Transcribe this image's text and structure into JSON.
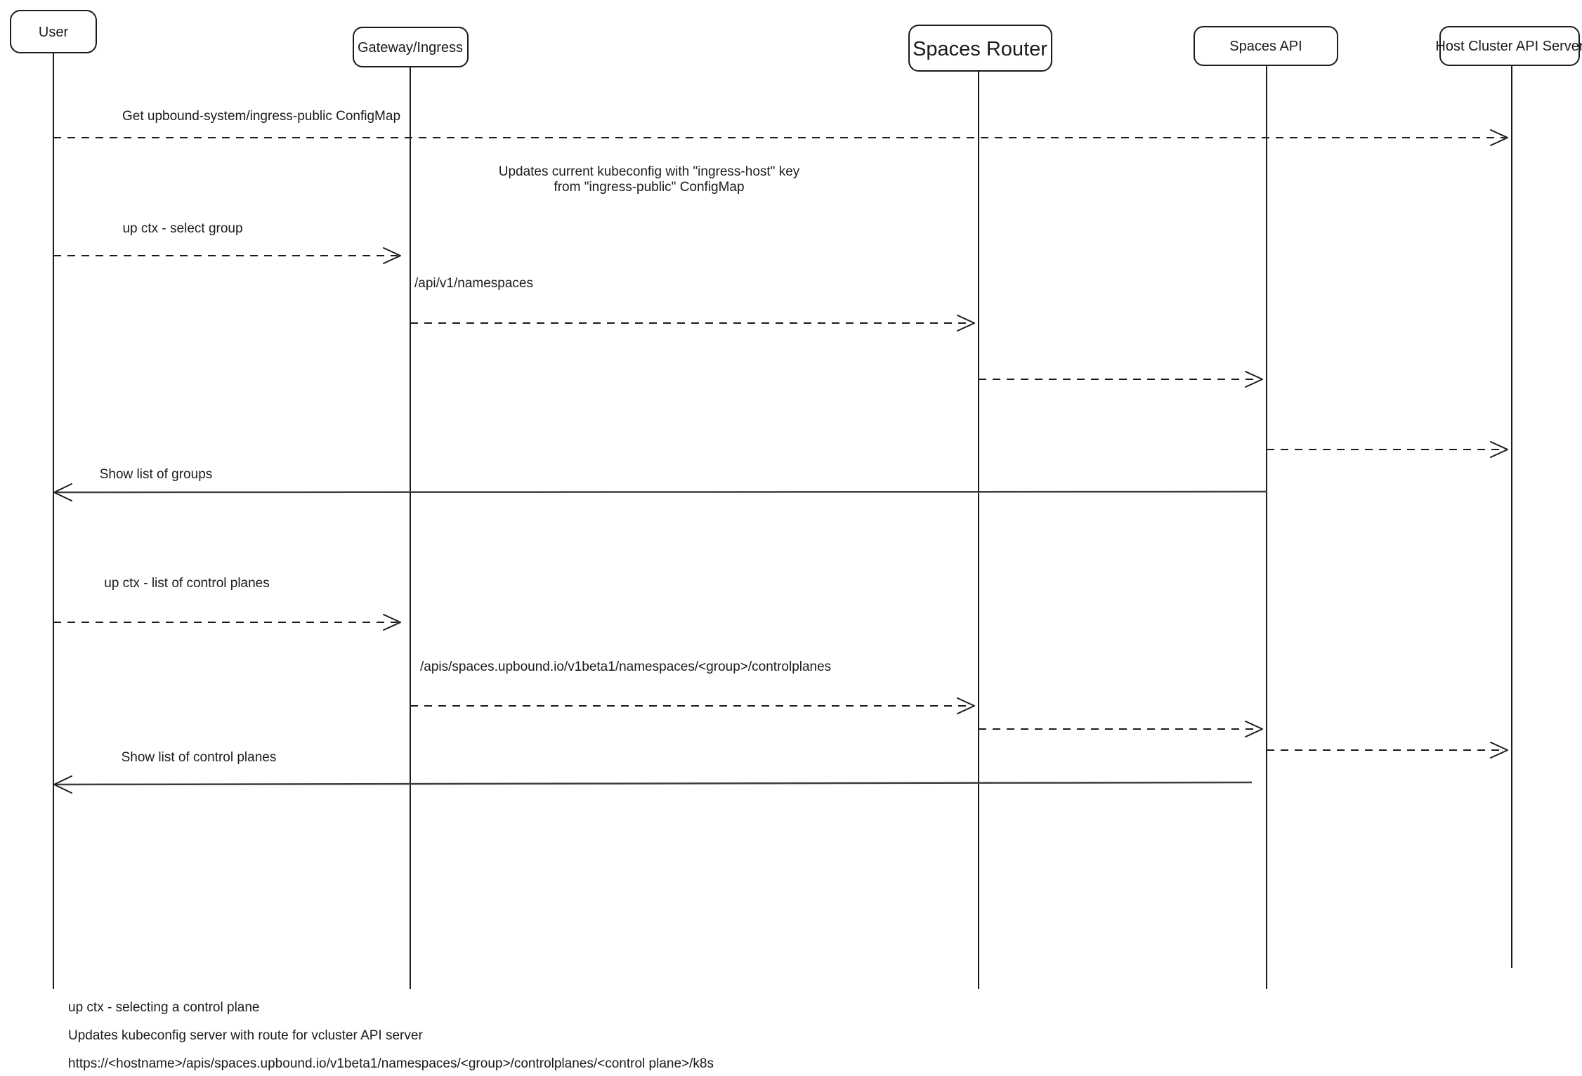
{
  "colors": {
    "stroke": "#1b1b1b",
    "background": "#ffffff"
  },
  "actors": [
    {
      "name": "User"
    },
    {
      "name": "Gateway/Ingress"
    },
    {
      "name": "Spaces Router"
    },
    {
      "name": "Spaces API"
    },
    {
      "name": "Host Cluster API Server"
    }
  ],
  "messages": {
    "get_configmap": {
      "label": "Get upbound-system/ingress-public ConfigMap",
      "from": "User",
      "to": "Host Cluster API Server",
      "style": "dashed"
    },
    "annotation": {
      "line1": "Updates current kubeconfig with \"ingress-host\" key",
      "line2": "from \"ingress-public\" ConfigMap"
    },
    "select_group": {
      "label": "up ctx - select group",
      "from": "User",
      "to": "Gateway/Ingress",
      "style": "dashed"
    },
    "api_namespaces": {
      "label": "/api/v1/namespaces",
      "from": "Gateway/Ingress",
      "to": "Spaces Router",
      "style": "dashed"
    },
    "router_to_api_1": {
      "label": "",
      "from": "Spaces Router",
      "to": "Spaces API",
      "style": "dashed"
    },
    "api_to_host_1": {
      "label": "",
      "from": "Spaces API",
      "to": "Host Cluster API Server",
      "style": "dashed"
    },
    "show_groups": {
      "label": "Show list of groups",
      "from": "Spaces API",
      "to": "User",
      "style": "solid"
    },
    "list_control_planes": {
      "label": "up ctx - list of control planes",
      "from": "User",
      "to": "Gateway/Ingress",
      "style": "dashed"
    },
    "apis_controlplanes": {
      "label": "/apis/spaces.upbound.io/v1beta1/namespaces/<group>/controlplanes",
      "from": "Gateway/Ingress",
      "to": "Spaces Router",
      "style": "dashed"
    },
    "router_to_api_2": {
      "label": "",
      "from": "Spaces Router",
      "to": "Spaces API",
      "style": "dashed"
    },
    "api_to_host_2": {
      "label": "",
      "from": "Spaces API",
      "to": "Host Cluster API Server",
      "style": "dashed"
    },
    "show_control_planes": {
      "label": "Show list of control planes",
      "from": "Spaces API",
      "to": "User",
      "style": "solid"
    }
  },
  "notes": [
    "up ctx - selecting a control plane",
    "Updates kubeconfig server with route for vcluster API server",
    "https://<hostname>/apis/spaces.upbound.io/v1beta1/namespaces/<group>/controlplanes/<control plane>/k8s"
  ]
}
